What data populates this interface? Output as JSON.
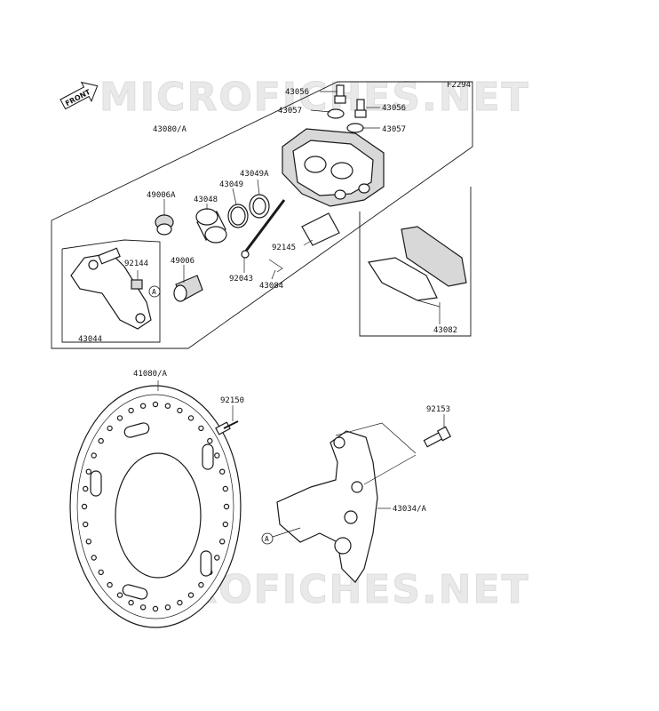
{
  "diagram_code": "F2294",
  "watermark": "MICROFICHES.NET",
  "front_label": "FRONT",
  "ref_marker": "A",
  "parts": [
    {
      "key": "p43056a",
      "label": "43056"
    },
    {
      "key": "p43056b",
      "label": "43056"
    },
    {
      "key": "p43057a",
      "label": "43057"
    },
    {
      "key": "p43057b",
      "label": "43057"
    },
    {
      "key": "p43080",
      "label": "43080/A"
    },
    {
      "key": "p43049a",
      "label": "43049A"
    },
    {
      "key": "p43049",
      "label": "43049"
    },
    {
      "key": "p43048",
      "label": "43048"
    },
    {
      "key": "p49006a",
      "label": "49006A"
    },
    {
      "key": "p92145",
      "label": "92145"
    },
    {
      "key": "p92144",
      "label": "92144"
    },
    {
      "key": "p49006",
      "label": "49006"
    },
    {
      "key": "p92043",
      "label": "92043"
    },
    {
      "key": "p43084",
      "label": "43084"
    },
    {
      "key": "p43044",
      "label": "43044"
    },
    {
      "key": "p43082",
      "label": "43082"
    },
    {
      "key": "p41080",
      "label": "41080/A"
    },
    {
      "key": "p92150",
      "label": "92150"
    },
    {
      "key": "p92153",
      "label": "92153"
    },
    {
      "key": "p43034",
      "label": "43034/A"
    }
  ]
}
